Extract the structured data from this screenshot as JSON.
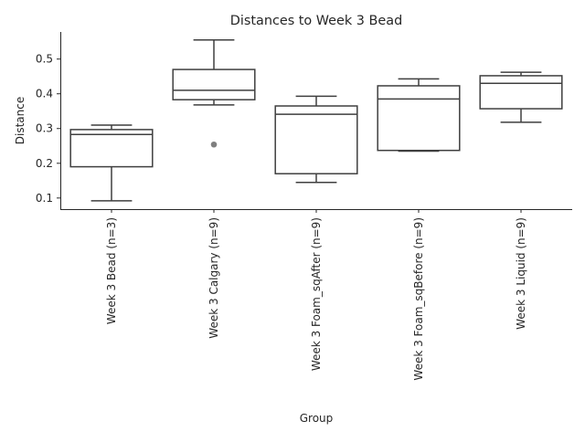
{
  "chart_data": {
    "type": "box",
    "title": "Distances to Week 3 Bead",
    "xlabel": "Group",
    "ylabel": "Distance",
    "ylim": [
      0.068,
      0.578
    ],
    "yticks": [
      0.1,
      0.2,
      0.3,
      0.4,
      0.5
    ],
    "ytick_labels": [
      "0.1",
      "0.2",
      "0.3",
      "0.4",
      "0.5"
    ],
    "grid": false,
    "categories": [
      "Week 3 Bead (n=3)",
      "Week 3 Calgary (n=9)",
      "Week 3 Foam_sqAfter (n=9)",
      "Week 3 Foam_sqBefore (n=9)",
      "Week 3 Liquid (n=9)"
    ],
    "boxes": [
      {
        "whisker_low": 0.092,
        "q1": 0.19,
        "median": 0.283,
        "q3": 0.297,
        "whisker_high": 0.31,
        "outliers": []
      },
      {
        "whisker_low": 0.368,
        "q1": 0.383,
        "median": 0.41,
        "q3": 0.47,
        "whisker_high": 0.555,
        "outliers": [
          0.254
        ]
      },
      {
        "whisker_low": 0.145,
        "q1": 0.17,
        "median": 0.341,
        "q3": 0.365,
        "whisker_high": 0.393,
        "outliers": []
      },
      {
        "whisker_low": 0.235,
        "q1": 0.237,
        "median": 0.385,
        "q3": 0.423,
        "whisker_high": 0.443,
        "outliers": []
      },
      {
        "whisker_low": 0.318,
        "q1": 0.357,
        "median": 0.43,
        "q3": 0.452,
        "whisker_high": 0.462,
        "outliers": []
      }
    ],
    "colors": {
      "line": "#3f3f3f",
      "box_fill": "#ffffff",
      "outlier": "#7f7f7f",
      "axis": "#262626"
    }
  }
}
